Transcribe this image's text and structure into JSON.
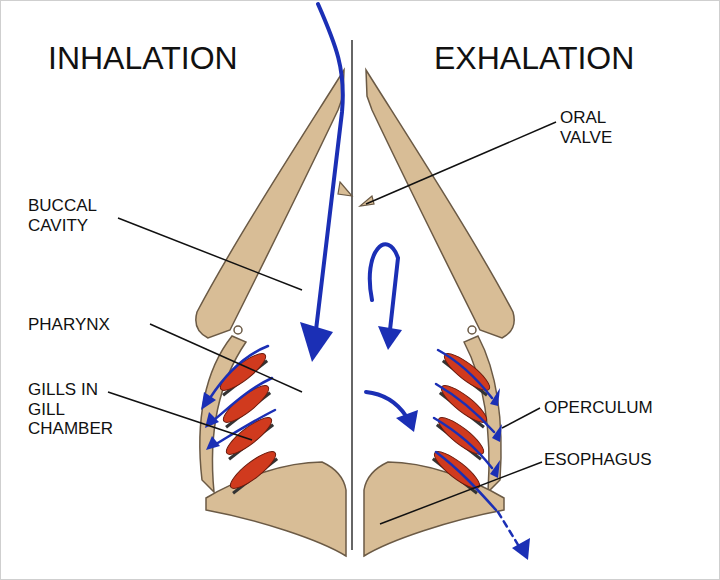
{
  "diagram": {
    "labels": [
      "INHALATION",
      "EXHALATION",
      "ORAL VALVE",
      "BUCCAL CAVITY",
      "PHARYNX",
      "GILLS IN GILL CHAMBER",
      "OPERCULUM",
      "ESOPHAGUS"
    ]
  }
}
